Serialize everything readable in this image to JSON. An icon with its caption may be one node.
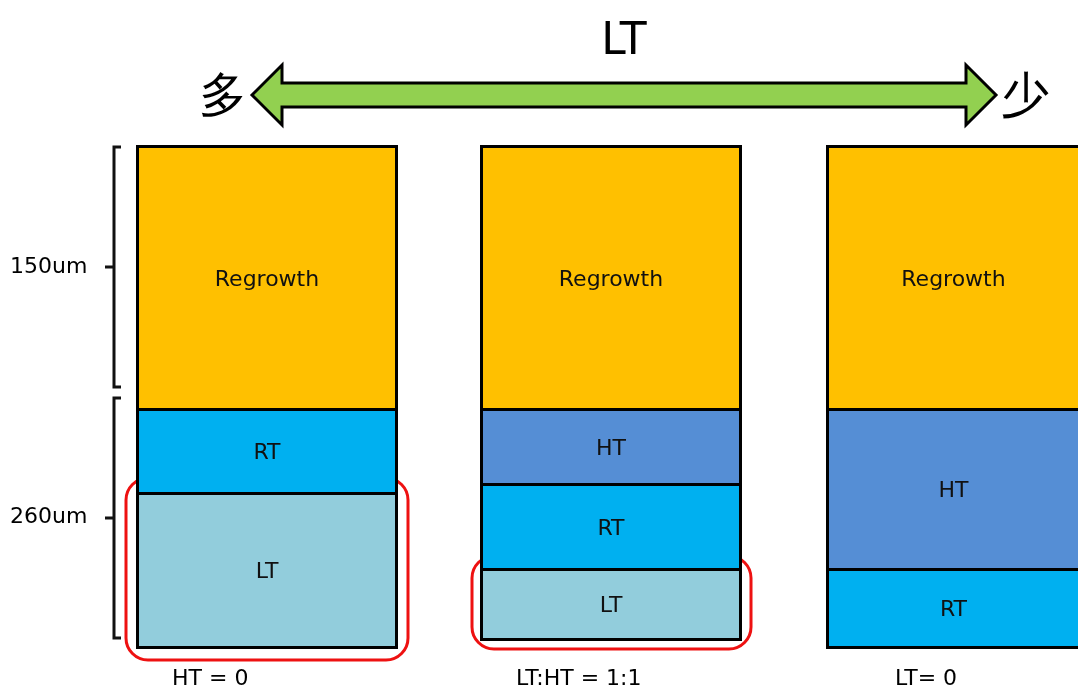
{
  "diagram": {
    "nodes": [
      {
        "text": [
          "多"
        ]
      },
      {
        "text": [
          "少"
        ]
      },
      {
        "text": [],
        "shape": "box",
        "beside": [
          "HT = 0"
        ]
      },
      {
        "text": [
          "Regrowth"
        ],
        "in": 2
      },
      {
        "text": [
          "RT"
        ],
        "in": 2
      },
      {
        "text": [
          "LT"
        ],
        "in": 2
      },
      {
        "text": [],
        "shape": "box",
        "beside": [
          "LT:HT = 1:1"
        ]
      },
      {
        "text": [
          "Regrowth"
        ],
        "in": 6
      },
      {
        "text": [
          "HT"
        ],
        "in": 6
      },
      {
        "text": [
          "RT"
        ],
        "in": 6
      },
      {
        "text": [
          "LT"
        ],
        "in": 6
      },
      {
        "text": [],
        "shape": "box",
        "beside": [
          "LT= 0"
        ]
      },
      {
        "text": [
          "Regrowth"
        ],
        "in": 11
      },
      {
        "text": [
          "HT"
        ],
        "in": 11
      },
      {
        "text": [
          "RT"
        ],
        "in": 11
      }
    ],
    "edges": [
      {
        "from": 0,
        "to": 1,
        "arrow": "both",
        "label": "LT"
      }
    ],
    "labels": [
      "150um",
      "260um"
    ]
  }
}
